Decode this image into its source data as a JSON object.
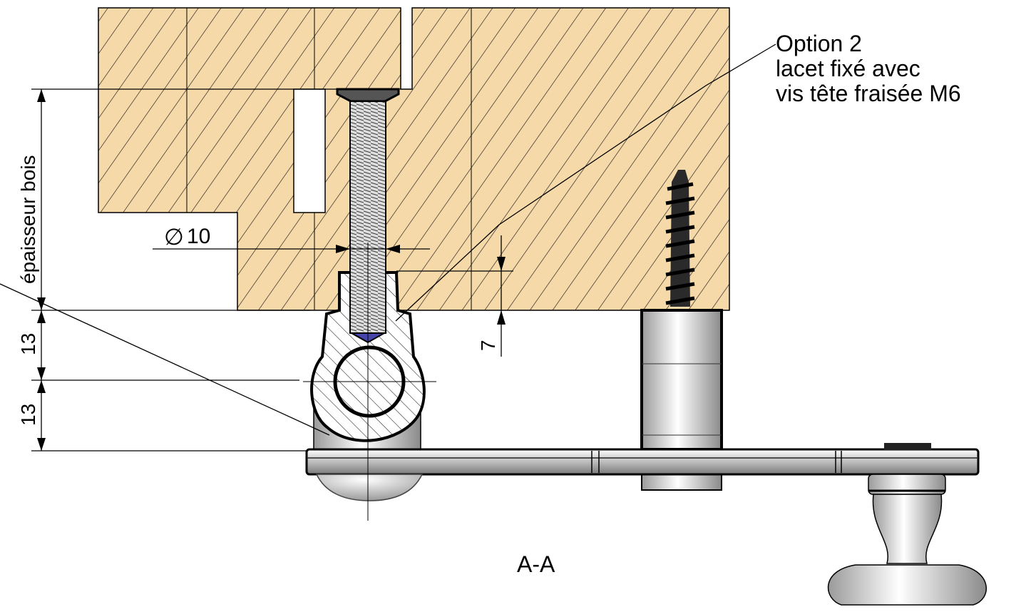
{
  "callout": {
    "line1": "Option 2",
    "line2": "lacet fixé avec",
    "line3": "vis tête fraisée M6"
  },
  "dimensions": {
    "wood_thickness": "épaisseur bois",
    "upper_13": "13",
    "lower_13": "13",
    "diameter_symbol": "∅",
    "diameter_value": "10",
    "depth_7": "7"
  },
  "section_label": "A-A",
  "colors": {
    "wood": "#f6d9a8",
    "hatch": "#1a1a1a",
    "line": "#000000"
  }
}
